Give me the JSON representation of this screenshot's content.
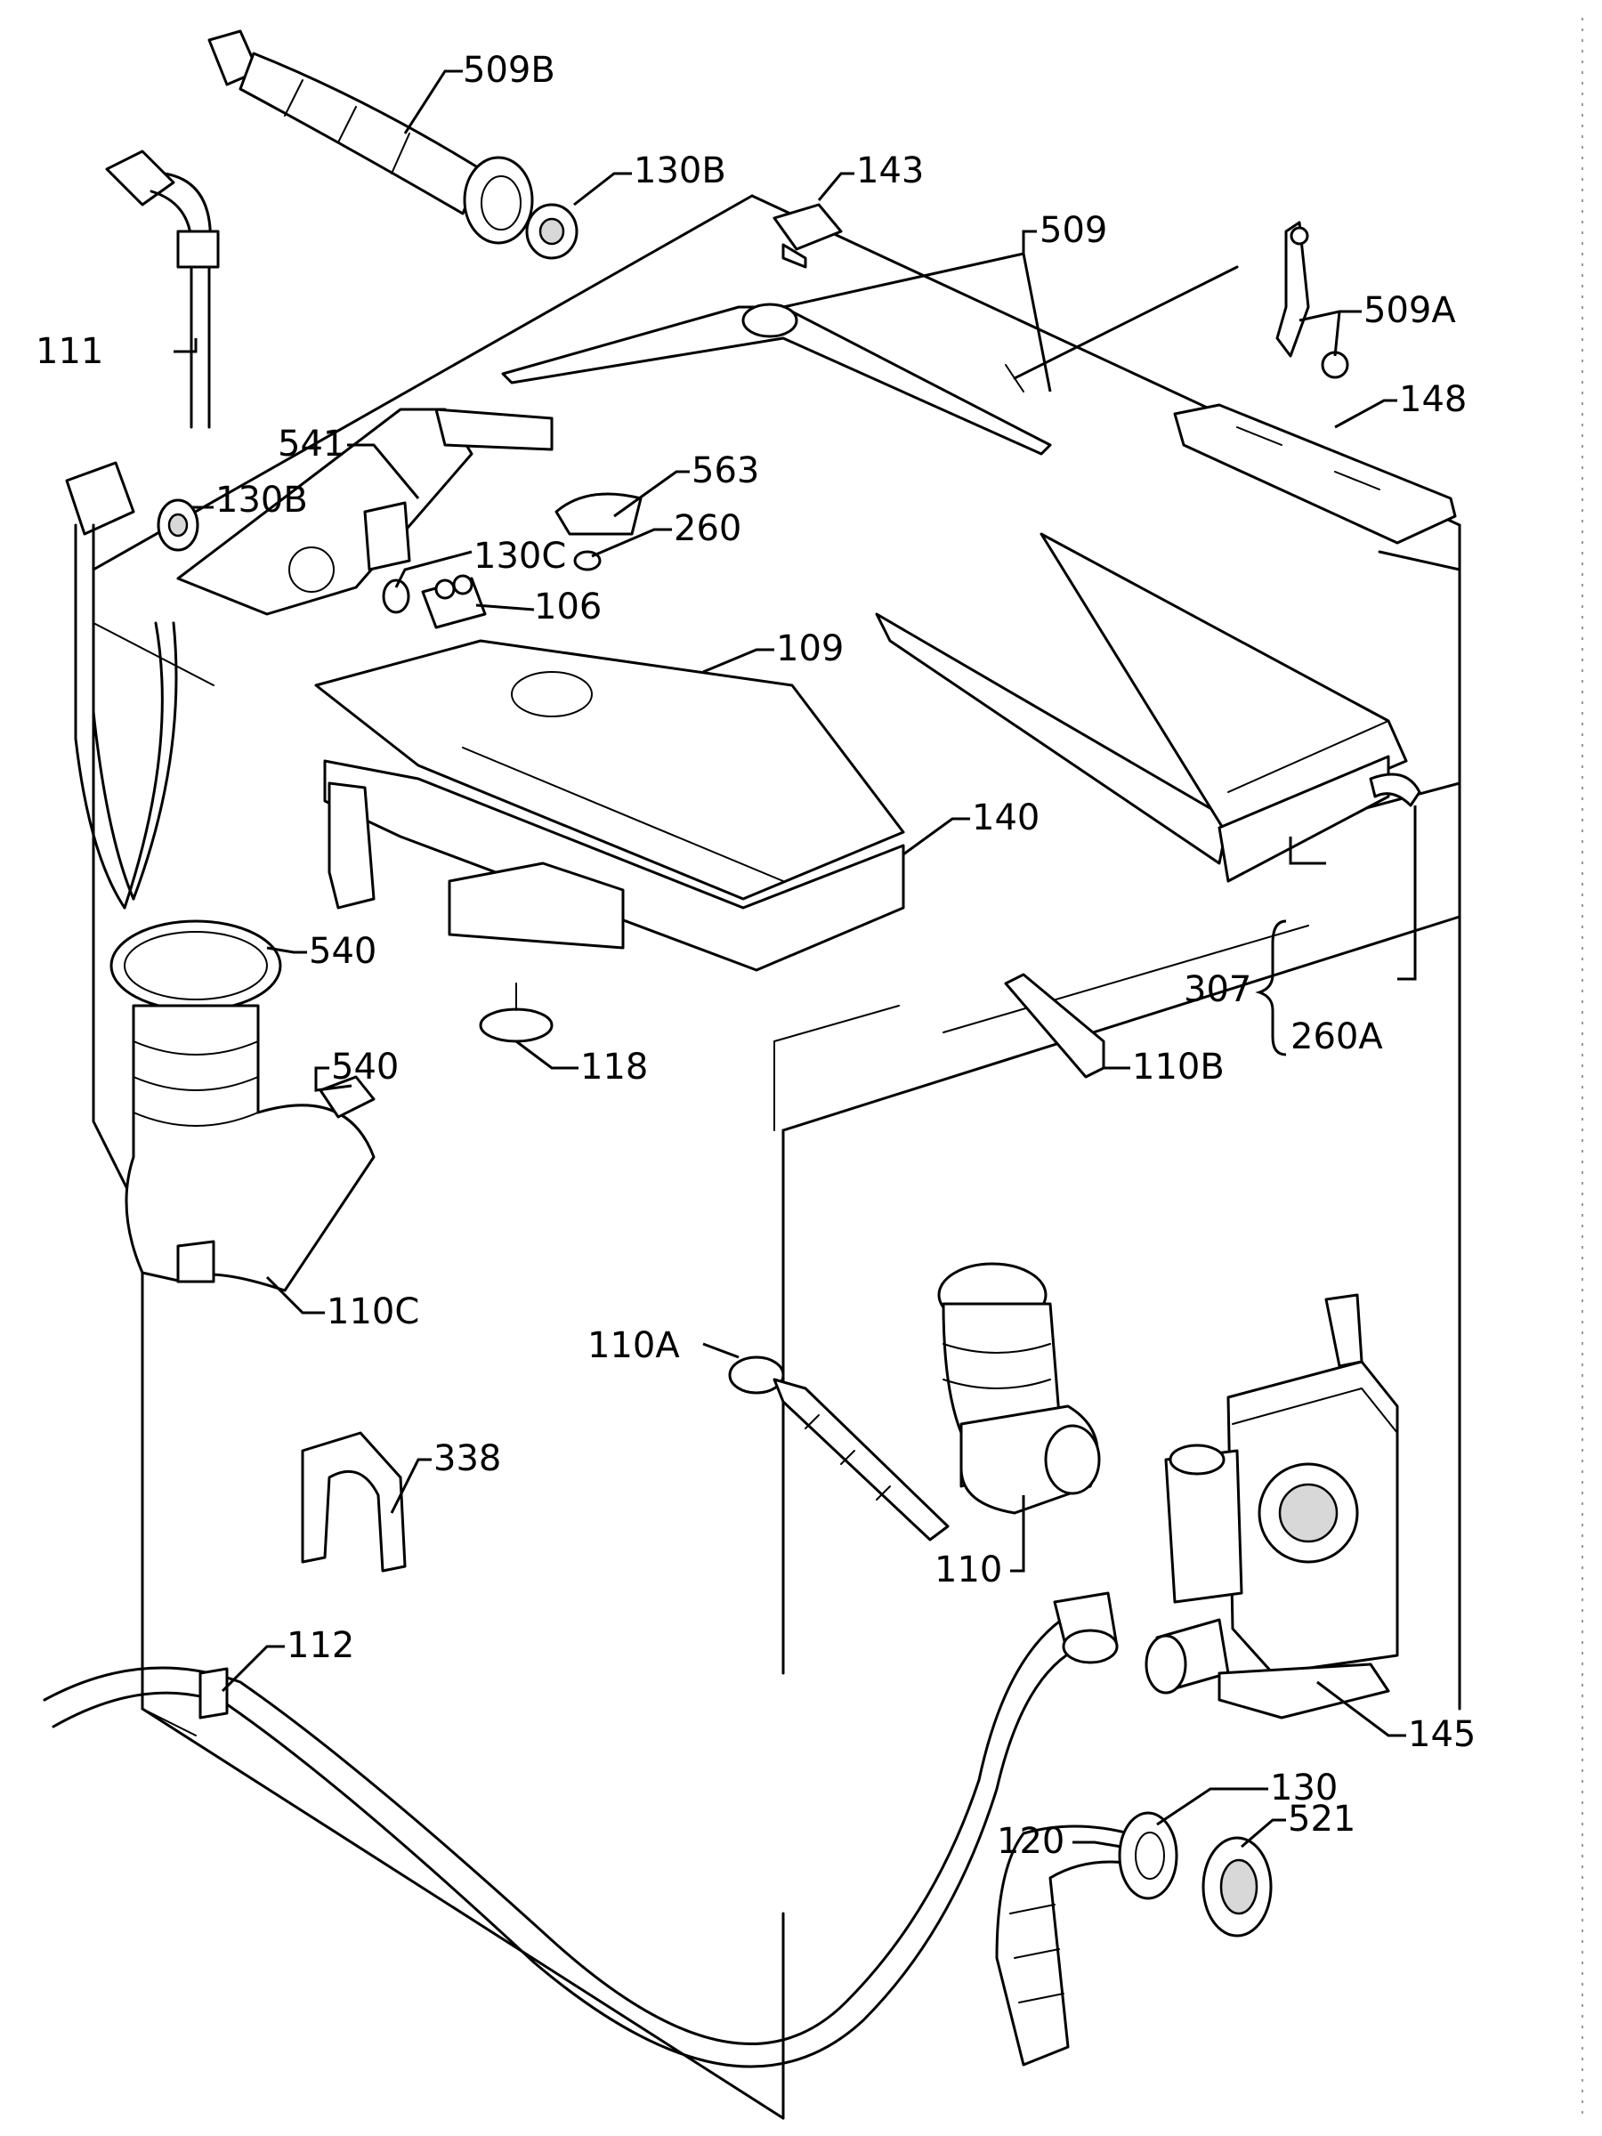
{
  "labels": {
    "p509B": "509B",
    "p130B_top": "130B",
    "p143": "143",
    "p509": "509",
    "p509A": "509A",
    "p111": "111",
    "p148": "148",
    "p541": "541",
    "p563": "563",
    "p130B_mid": "130B",
    "p260": "260",
    "p130C": "130C",
    "p106": "106",
    "p109": "109",
    "p140": "140",
    "p307": "307",
    "p260A": "260A",
    "p110B": "110B",
    "p540_a": "540",
    "p540_b": "540",
    "p118": "118",
    "p110C": "110C",
    "p110A": "110A",
    "p338": "338",
    "p110": "110",
    "p112": "112",
    "p145": "145",
    "p130": "130",
    "p120": "120",
    "p521": "521"
  }
}
